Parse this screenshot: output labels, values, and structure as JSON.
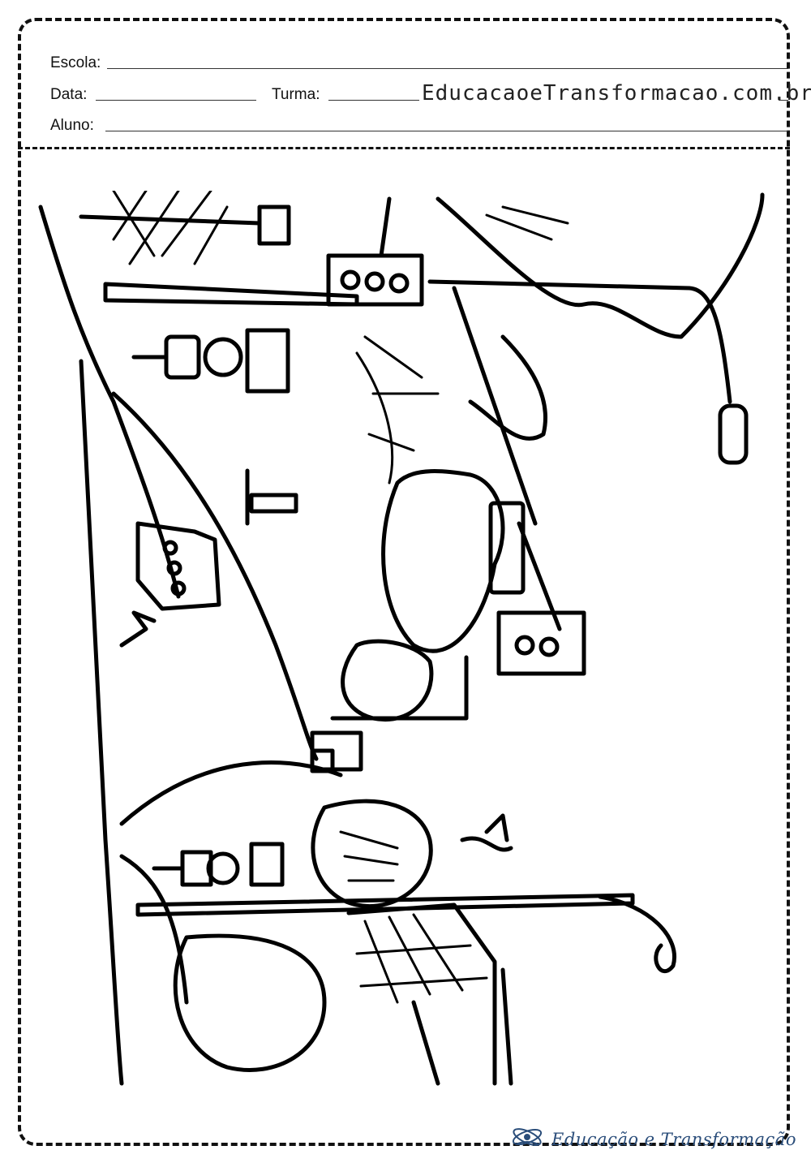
{
  "header": {
    "school_label": "Escola:",
    "date_label": "Data:",
    "class_label": "Turma:",
    "student_label": "Aluno:",
    "site_url": "EducacaoeTransformacao.com.br"
  },
  "footer": {
    "brand": "Educação e Transformação",
    "logo_icon": "atom-book-icon",
    "brand_color": "#2a4d7a"
  },
  "drawing": {
    "subject": "street-scene-coloring-page"
  }
}
